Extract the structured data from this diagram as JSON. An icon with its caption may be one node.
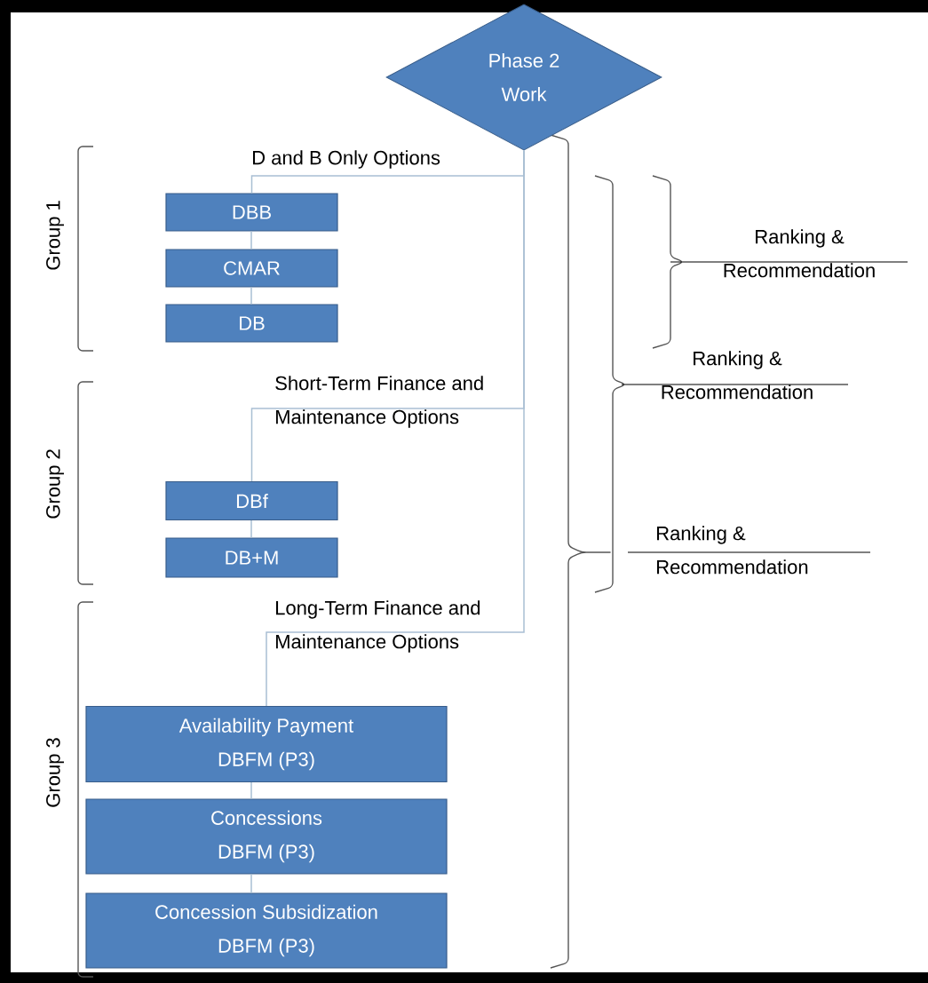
{
  "diagram": {
    "nodes": [
      {
        "text": [
          "Phase 2 Work"
        ]
      },
      {
        "text": [
          "DBB"
        ]
      },
      {
        "text": [
          "CMAR"
        ]
      },
      {
        "text": [
          "DB"
        ]
      },
      {
        "text": [
          "DBf"
        ]
      },
      {
        "text": [
          "DB+M"
        ]
      },
      {
        "text": [
          "Availability Payment DBFM (P3)"
        ]
      },
      {
        "text": [
          "Concessions DBFM (P3)"
        ]
      },
      {
        "text": [
          "Concession Subsidization DBFM (P3)"
        ]
      }
    ],
    "edges": [
      {
        "from": 0,
        "to": 1,
        "arrow": "none",
        "label": "D and B Only Options"
      },
      {
        "from": 1,
        "to": 2,
        "arrow": "none"
      },
      {
        "from": 2,
        "to": 3,
        "arrow": "none"
      },
      {
        "from": 0,
        "to": 4,
        "arrow": "none",
        "label": "Short-Term Finance and Maintenance Options"
      },
      {
        "from": 4,
        "to": 5,
        "arrow": "none"
      },
      {
        "from": 0,
        "to": 6,
        "arrow": "none",
        "label": "Long-Term Finance and Maintenance Options"
      },
      {
        "from": 6,
        "to": 7,
        "arrow": "none"
      },
      {
        "from": 7,
        "to": 8,
        "arrow": "none"
      }
    ],
    "labels": [
      "Group 1",
      "Ranking & Recommendation",
      "Ranking & Recommendation",
      "Group 2",
      "Ranking & Recommendation",
      "Group 3"
    ]
  }
}
